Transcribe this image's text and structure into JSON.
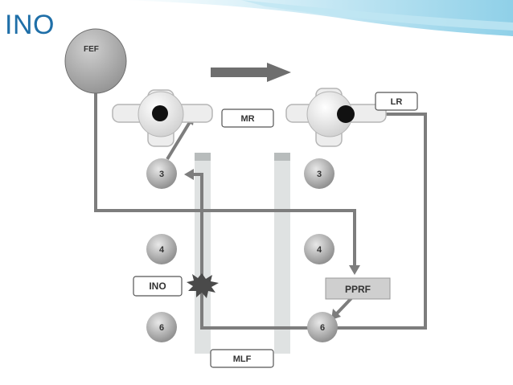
{
  "slide": {
    "title": "INO"
  },
  "diagram": {
    "fef": "FEF",
    "mr": "MR",
    "lr": "LR",
    "ino": "INO",
    "pprf": "PPRF",
    "mlf": "MLF",
    "nuclei": {
      "left_3": "3",
      "left_4": "4",
      "left_6": "6",
      "right_3": "3",
      "right_4": "4",
      "right_6": "6"
    }
  },
  "colors": {
    "title": "#1f6fa8",
    "arrow": "#7a7a7a",
    "banner": "#a9dcef"
  }
}
